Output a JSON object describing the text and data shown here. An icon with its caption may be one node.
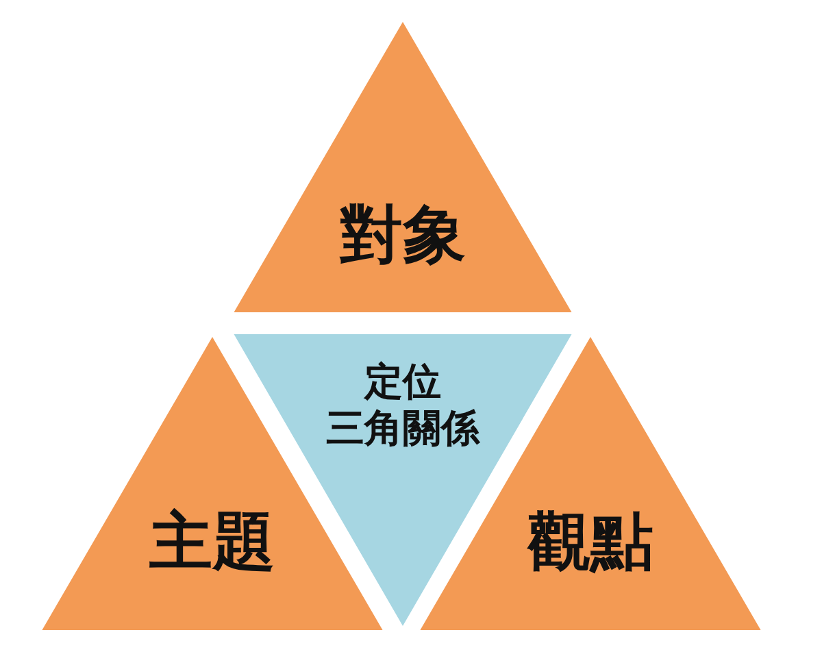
{
  "diagram": {
    "nodes": [
      {
        "text": [
          "對象"
        ]
      },
      {
        "text": [
          "定位",
          "三角關係"
        ]
      },
      {
        "text": [
          "主題"
        ]
      },
      {
        "text": [
          "觀點"
        ]
      }
    ]
  }
}
